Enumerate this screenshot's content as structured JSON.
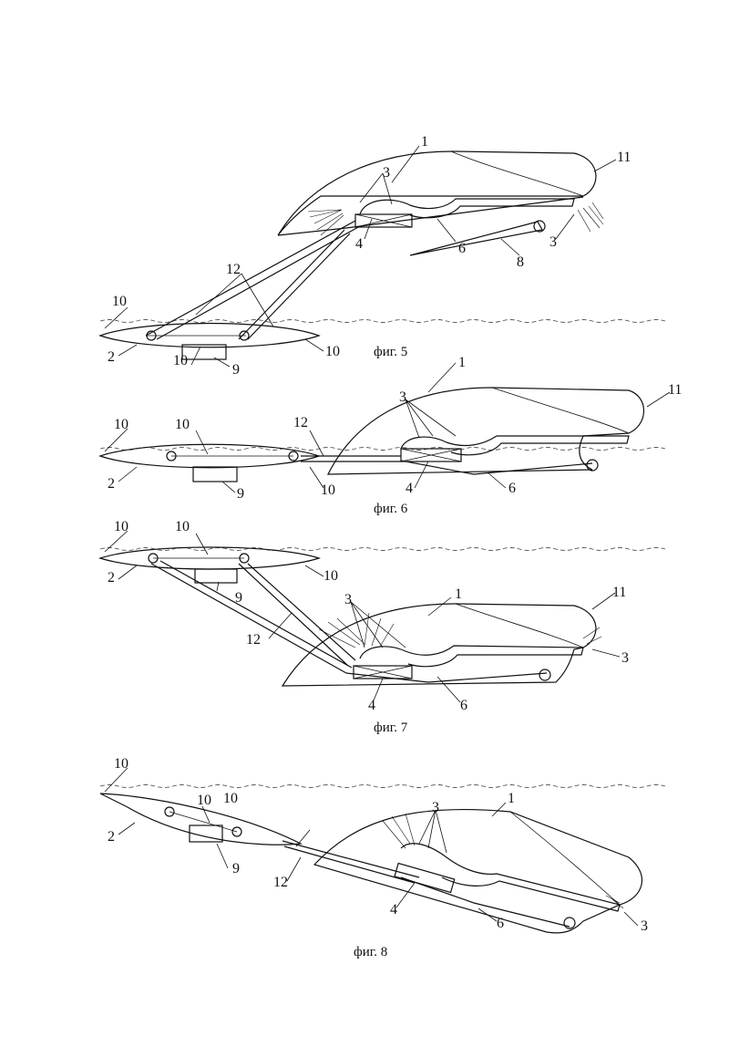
{
  "figures": [
    {
      "caption": "фиг. 5",
      "labels": [
        "1",
        "3",
        "3",
        "4",
        "6",
        "8",
        "11",
        "12",
        "10",
        "2",
        "10",
        "10",
        "9"
      ]
    },
    {
      "caption": "фиг. 6",
      "labels": [
        "1",
        "11",
        "3",
        "12",
        "10",
        "10",
        "2",
        "9",
        "10",
        "4",
        "6"
      ]
    },
    {
      "caption": "фиг. 7",
      "labels": [
        "10",
        "10",
        "2",
        "10",
        "9",
        "1",
        "11",
        "3",
        "12",
        "3",
        "4",
        "6"
      ]
    },
    {
      "caption": "фиг. 8",
      "labels": [
        "10",
        "10",
        "1",
        "3",
        "2",
        "9",
        "10",
        "12",
        "4",
        "6",
        "3"
      ]
    }
  ]
}
